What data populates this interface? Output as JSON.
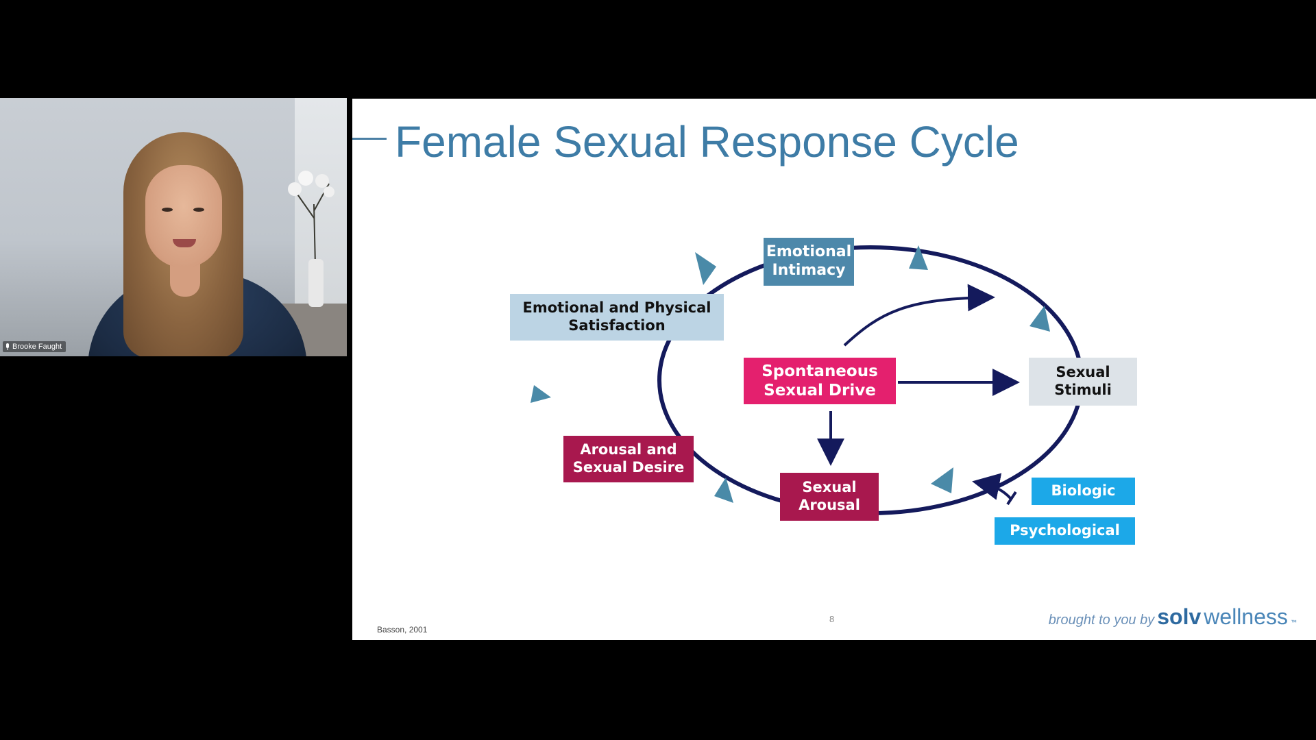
{
  "participant": {
    "name": "Brooke Faught"
  },
  "slide": {
    "title": "Female Sexual Response Cycle",
    "page_number": "8",
    "citation": "Basson, 2001",
    "branding": {
      "prefix": "brought to you by",
      "brand_bold": "solv",
      "brand_light": "wellness",
      "tm": "™"
    },
    "nodes": {
      "emotional_intimacy": "Emotional Intimacy",
      "sexual_stimuli": "Sexual Stimuli",
      "sexual_arousal": "Sexual Arousal",
      "arousal_desire": "Arousal and Sexual Desire",
      "satisfaction": "Emotional and Physical Satisfaction",
      "spontaneous_drive": "Spontaneous Sexual Drive",
      "biologic": "Biologic",
      "psychological": "Psychological"
    }
  },
  "colors": {
    "title": "#3e7ca6",
    "cycle_line": "#141a5c",
    "arrowhead": "#4a8aa8",
    "steel_box": "#4d88aa",
    "pink_box": "#e4206e",
    "maroon_box": "#a8184e",
    "cyan_box": "#1ca8e8"
  }
}
